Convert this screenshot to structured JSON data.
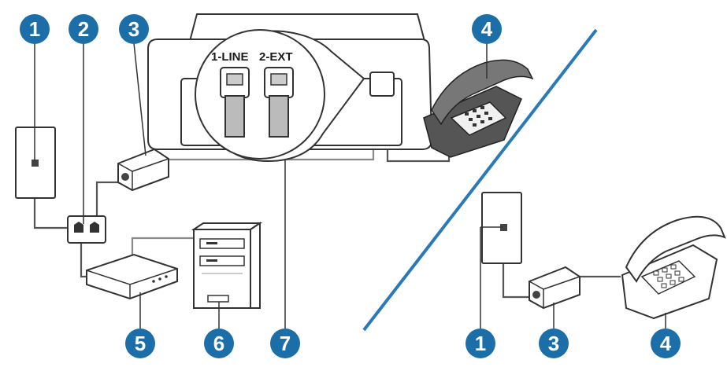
{
  "ports": {
    "line_label": "1-LINE",
    "ext_label": "2-EXT"
  },
  "callouts": {
    "wall_jack": "1",
    "splitter": "2",
    "dsl_filter": "3",
    "telephone": "4",
    "modem": "5",
    "computer": "6",
    "cable": "7",
    "alt_wall_jack": "1",
    "alt_dsl_filter": "3",
    "alt_telephone": "4"
  },
  "colors": {
    "callout_badge": "#1b6ea8",
    "divider": "#2a7ab8",
    "phone_body": "#666666",
    "outline": "#333333"
  }
}
